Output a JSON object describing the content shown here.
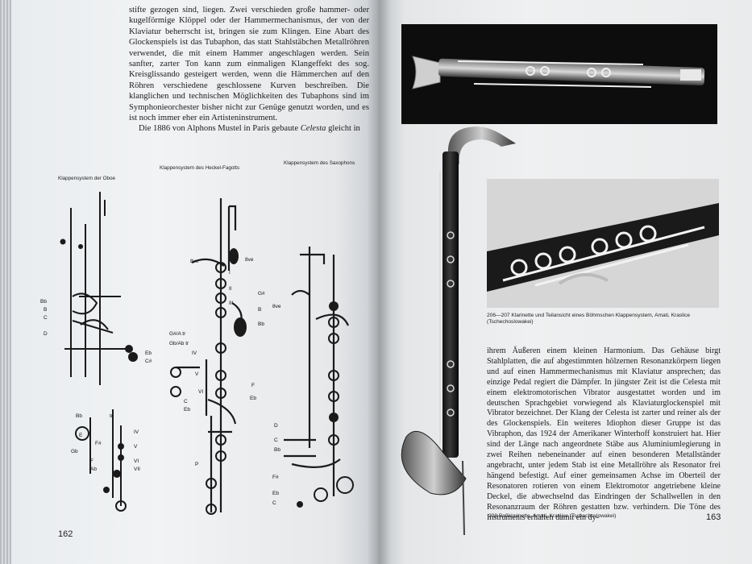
{
  "left_page": {
    "text_intro": "stifte gezogen sind, liegen. Zwei verschieden große hammer- oder kugelförmige Klöppel oder der Hammermechanismus, der von der Klaviatur beherrscht ist, bringen sie zum Klingen. Eine Abart des Glockenspiels ist das Tubaphon, das statt Stahlstäbchen Metallröhren verwendet, die mit einem Hammer angeschlagen werden. Sein sanfter, zarter Ton kann zum einmaligen Klangeffekt des sog. Kreisglissando gesteigert werden, wenn die Hämmerchen auf den Röhren verschiedene geschlossene Kurven beschreiben. Die klanglichen und technischen Möglichkeiten des Tubaphons sind im Symphonieorchester bisher nicht zur Genüge genutzt worden, und es ist noch immer eher ein Artisteninstrument.",
    "text_celesta_a": "Die 1886 von Alphons Mustel in Paris gebaute ",
    "text_celesta_em": "Celesta",
    "text_celesta_b": " gleicht in",
    "captions": {
      "oboe": "Klappensystem der Oboe",
      "fagott": "Klappensystem des Heckel-Fagotts",
      "saxophon": "Klappensystem des Saxophons"
    },
    "oboe_labels": [
      "Bb",
      "B",
      "C",
      "D",
      "Eb",
      "C#",
      "Bb",
      "E",
      "F#",
      "Gb",
      "F",
      "Ab",
      "IV",
      "V",
      "VI",
      "VII",
      "tr"
    ],
    "fagott_labels": [
      "8ve",
      "8ve",
      "I",
      "II",
      "III",
      "G#",
      "B",
      "Bb",
      "G#/A tr",
      "Gb/Ab tr",
      "IV",
      "V",
      "F",
      "VI",
      "C",
      "Eb",
      "P",
      "Eb"
    ],
    "saxophon_labels": [
      "8ve",
      "D",
      "C",
      "Bb",
      "F#",
      "Eb",
      "C"
    ],
    "page_number": "162"
  },
  "right_page": {
    "figure_caption": "206—207 Klarinette und Teilansicht eines Böhmschen Klappensystem, Amati, Kraslice (Tschechoslowakei)",
    "body_text": "ihrem Äußeren einem kleinen Harmonium. Das Gehäuse birgt Stahlplatten, die auf abgestimmten hölzernen Resonanzkörpern liegen und auf einen Hammermechanismus mit Klaviatur ansprechen; das einzige Pedal regiert die Dämpfer. In jüngster Zeit ist die Celesta mit einem elektromotorischen Vibrator ausgestattet worden und im deutschen Sprachgebiet vorwiegend als Klaviaturglockenspiel mit Vibrator bezeichnet. Der Klang der Celesta ist zarter und reiner als der des Glockenspiels. Ein weiteres Idiophon dieser Gruppe ist das Vibraphon, das 1924 der Amerikaner Winterhoff konstruiert hat. Hier sind der Länge nach angeordnete Stäbe aus Aluminiumlegierung in zwei Reihen nebeneinander auf einen besonderen Metallständer angebracht, unter jedem Stab ist eine Metallröhre als Resonator frei hängend befestigt. Auf einer gemeinsamen Achse im Oberteil der Resonatoren rotieren von einem Elektromotor angetriebene kleine Deckel, die abwechselnd das Eindringen der Schallwellen in den Resonanzraum der Röhren gestatten bzw. verhindern. Die Töne des Instruments erhalten damit ein dy-",
    "bottom_caption": "208 Baßklarinette, Amati, Kraslice (Tschechoslowakei)",
    "page_number": "163"
  }
}
